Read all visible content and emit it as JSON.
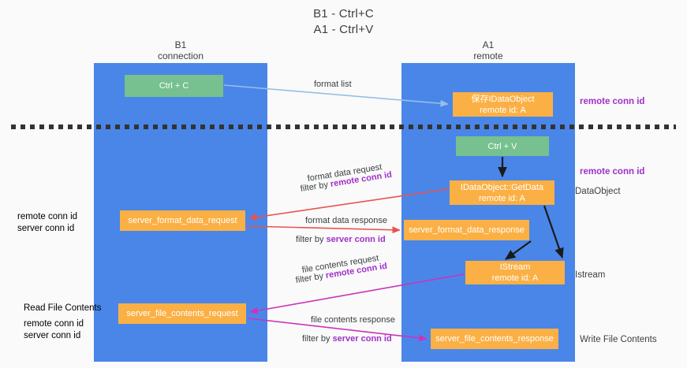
{
  "title": {
    "line1": "B1 - Ctrl+C",
    "line2": "A1 - Ctrl+V"
  },
  "lanes": [
    {
      "id": "b1",
      "name": "B1",
      "role": "connection"
    },
    {
      "id": "a1",
      "name": "A1",
      "role": "remote"
    }
  ],
  "nodes": {
    "ctrl_c": {
      "line1": "Ctrl + C",
      "line2": "",
      "color": "#76c18f"
    },
    "save_idataobject": {
      "line1": "保存IDataObject",
      "line2": "remote id: A",
      "color": "#fbb045"
    },
    "ctrl_v": {
      "line1": "Ctrl + V",
      "line2": "",
      "color": "#76c18f"
    },
    "getdata": {
      "line1": "IDataObject::GetData",
      "line2": "remote id: A",
      "color": "#fbb045"
    },
    "format_data_request": {
      "line1": "server_format_data_request",
      "line2": "",
      "color": "#fbb045"
    },
    "format_data_response": {
      "line1": "server_format_data_response",
      "line2": "",
      "color": "#fbb045"
    },
    "istream": {
      "line1": "IStream",
      "line2": "remote id: A",
      "color": "#fbb045"
    },
    "file_contents_request": {
      "line1": "server_file_contents_request",
      "line2": "",
      "color": "#fbb045"
    },
    "file_contents_response": {
      "line1": "server_file_contents_response",
      "line2": "",
      "color": "#fbb045"
    }
  },
  "edge_labels": {
    "format_list": "format list",
    "format_data_request_l1": "format data request",
    "format_data_request_l2_prefix": "filter by ",
    "format_data_request_l2_key": "remote conn id",
    "format_data_response_l1": "format data response",
    "format_data_response_l2_prefix": "filter by ",
    "format_data_response_l2_key": "server conn id",
    "file_contents_request_l1": "file contents request",
    "file_contents_request_l2_prefix": "filter by ",
    "file_contents_request_l2_key": "remote conn id",
    "file_contents_response_l1": "file contents response",
    "file_contents_response_l2_prefix": "filter by ",
    "file_contents_response_l2_key": "server conn id"
  },
  "annotations": {
    "right_remote_conn_id_top": "remote conn id",
    "right_remote_conn_id_mid": "remote conn id",
    "right_dataobject": "DataObject",
    "right_istream": "Istream",
    "right_write_file_contents": "Write File Contents",
    "left_remote_conn_id": "remote conn id",
    "left_server_conn_id": "server conn id",
    "left_read_file_contents": "Read File Contents",
    "left_bottom_remote_conn_id": "remote conn id",
    "left_bottom_server_conn_id": "server conn id"
  },
  "colors": {
    "lane": "#4a86e8",
    "node_green": "#76c18f",
    "node_orange": "#fbb045",
    "key_remote": "#a030c8",
    "key_server": "#4a9b5e",
    "arrow_light_blue": "#93c0e8",
    "arrow_red": "#e8534f",
    "arrow_black": "#1a1a1a",
    "arrow_magenta": "#cc33bb",
    "background": "#fafafa",
    "text": "#3c4043"
  }
}
